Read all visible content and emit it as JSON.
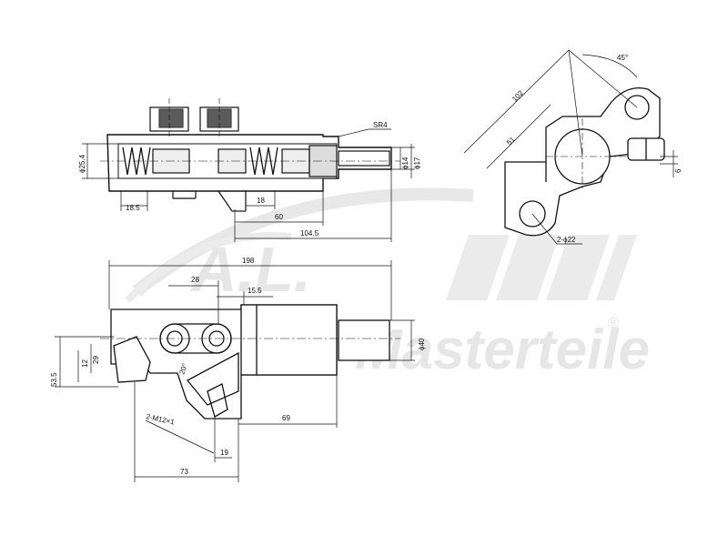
{
  "watermark": {
    "brand": "Masterteile",
    "registered": "®",
    "initials": "A.L."
  },
  "dimensions": {
    "sr4": "SR4",
    "d25_4": "ϕ25.4",
    "d14": "ϕ14",
    "d17": "ϕ17",
    "d18_5": "18.5",
    "d18": "18",
    "d60": "60",
    "d104_5": "104.5",
    "d102": "102",
    "d51": "51",
    "a45": "45°",
    "d6": "6",
    "d2phi22": "2-ϕ22",
    "d198": "198",
    "d28": "28",
    "d15_5": "15.5",
    "d40": "ϕ40",
    "d12": "12",
    "d29": "29",
    "d53_5": "53.5",
    "a20": "20°",
    "m12": "2-M12×1",
    "d69": "69",
    "d19": "19",
    "d73": "73"
  }
}
